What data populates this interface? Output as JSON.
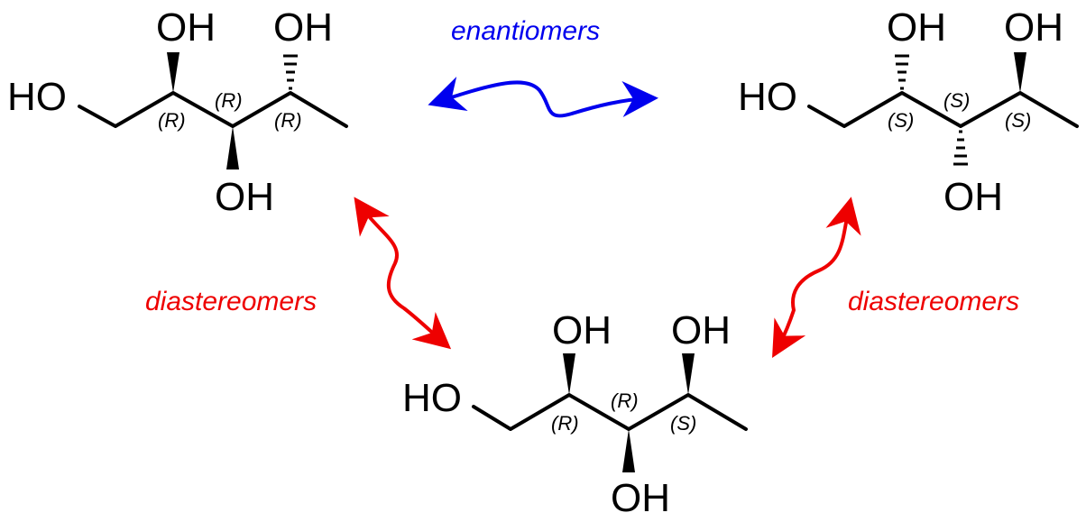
{
  "molecules": [
    {
      "id": "top-left",
      "labels": {
        "ho": "HO",
        "oh_up_1": "OH",
        "oh_up_2": "OH",
        "oh_down": "OH"
      },
      "configs": [
        "(R)",
        "(R)",
        "(R)"
      ]
    },
    {
      "id": "top-right",
      "labels": {
        "ho": "HO",
        "oh_up_1": "OH",
        "oh_up_2": "OH",
        "oh_down": "OH"
      },
      "configs": [
        "(S)",
        "(S)",
        "(S)"
      ]
    },
    {
      "id": "bottom",
      "labels": {
        "ho": "HO",
        "oh_up_1": "OH",
        "oh_up_2": "OH",
        "oh_down": "OH"
      },
      "configs": [
        "(R)",
        "(R)",
        "(S)"
      ]
    }
  ],
  "relations": {
    "enantiomers": {
      "label": "enantiomers",
      "color": "#0000ee"
    },
    "diastereomers_left": {
      "label": "diastereomers",
      "color": "#ee0000"
    },
    "diastereomers_right": {
      "label": "diastereomers",
      "color": "#ee0000"
    }
  }
}
